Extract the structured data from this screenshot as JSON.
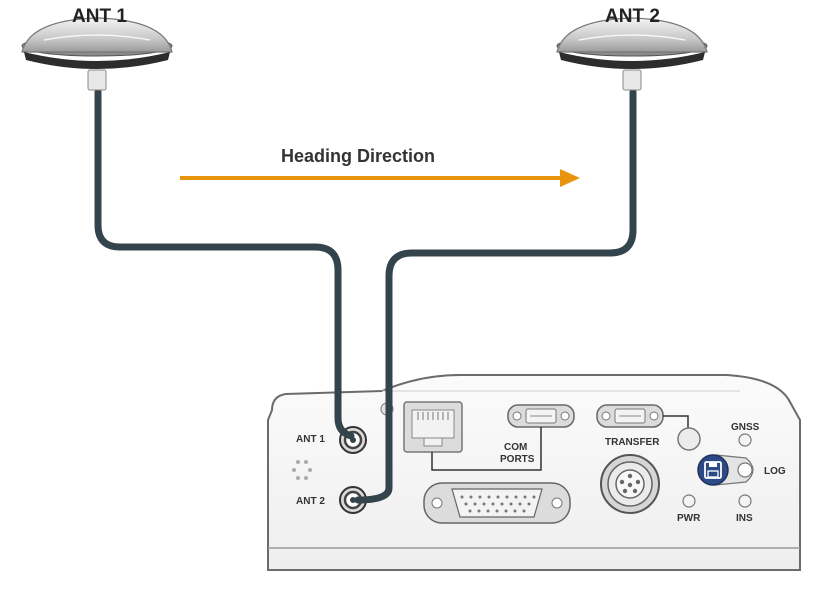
{
  "antenna_left_label": "ANT 1",
  "antenna_right_label": "ANT 2",
  "heading_label": "Heading Direction",
  "device": {
    "port_ant1_label": "ANT 1",
    "port_ant2_label": "ANT 2",
    "com_ports_label_line1": "COM",
    "com_ports_label_line2": "PORTS",
    "transfer_label": "TRANSFER",
    "gnss_label": "GNSS",
    "log_label": "LOG",
    "pwr_label": "PWR",
    "ins_label": "INS"
  },
  "colors": {
    "arrow": "#E8940C",
    "cable": "#34444C",
    "log_button": "#2E4A86",
    "device_outline": "#6B6B6B"
  }
}
